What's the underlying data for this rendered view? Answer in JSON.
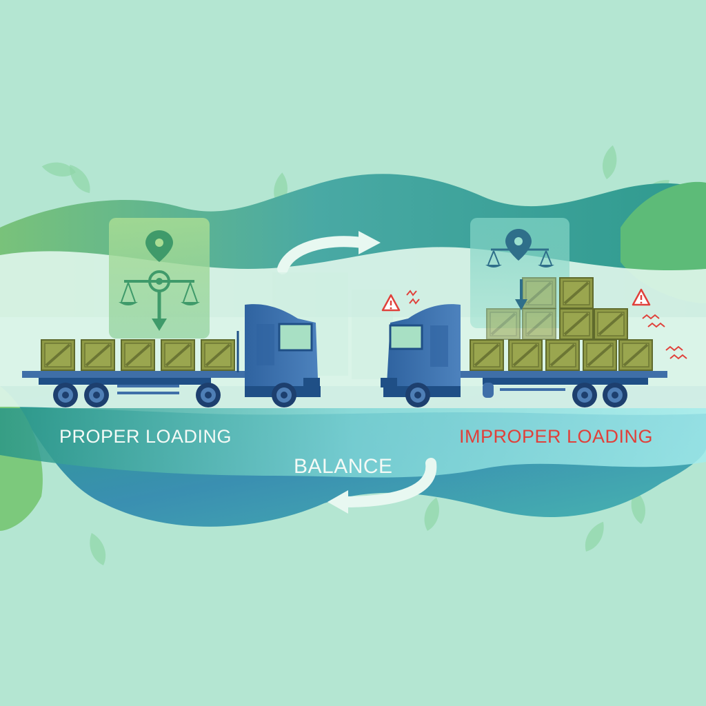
{
  "labels": {
    "proper": "PROPER LOADING",
    "improper": "IMPROPER LOADING",
    "balance": "BALANCE"
  },
  "colors": {
    "background": "#b4e6d2",
    "proper_text": "#f4faf6",
    "improper_text": "#e0403a",
    "balance_text": "#f4faf6",
    "truck_blue": "#3f6fa8",
    "truck_dark": "#1f4f86",
    "crate": "#8a9644",
    "warning": "#e0403a",
    "scale_green": "#3f9a6a"
  },
  "icons": [
    "location-pin-icon",
    "balance-scale-icon",
    "warning-icon",
    "down-arrow-icon",
    "curved-arrow-icon",
    "leaf-icon"
  ]
}
